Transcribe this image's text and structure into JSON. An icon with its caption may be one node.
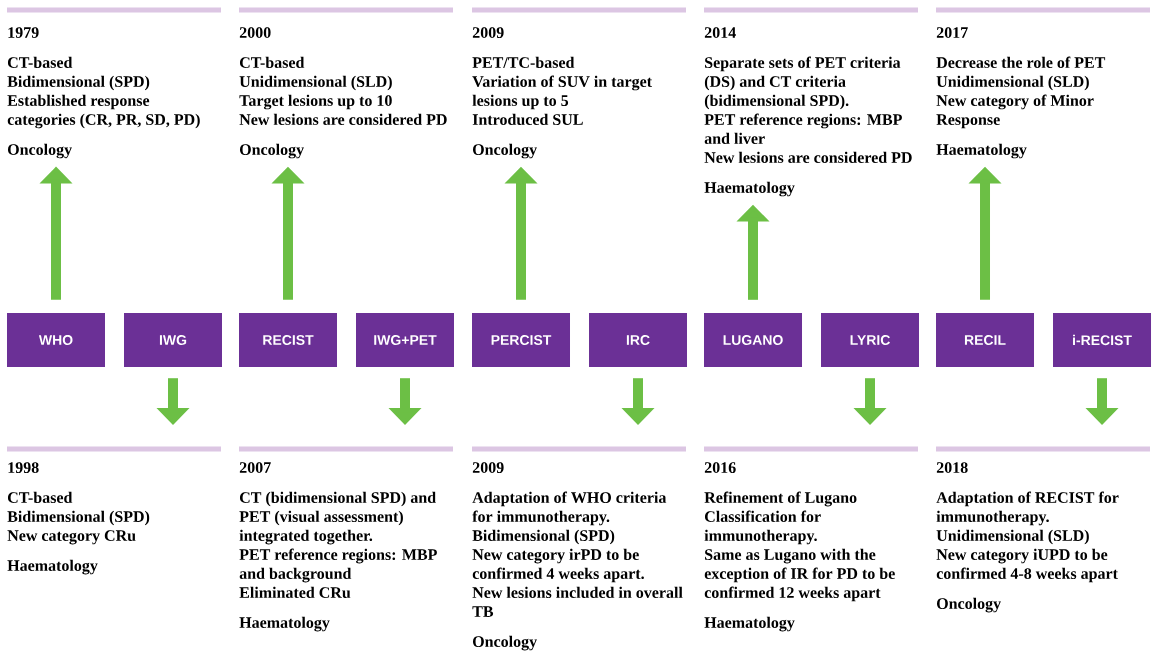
{
  "diagram": {
    "nodes": [
      {
        "text": [
          "1979",
          "CT-based",
          "Bidimensional (SPD)",
          "Established response categories (CR, PR, SD, PD)",
          "Oncology"
        ]
      },
      {
        "text": [
          "2000",
          "CT-based",
          "Unidimensional (SLD)",
          "Target lesions up to 10",
          "New lesions are considered PD",
          "Oncology"
        ]
      },
      {
        "text": [
          "2009",
          "PET/TC-based",
          "Variation of SUV in target lesions up to 5",
          "Introduced SUL",
          "Oncology"
        ]
      },
      {
        "text": [
          "2014",
          "Separate sets of PET criteria (DS) and CT criteria (bidimensional SPD).",
          "PET reference regions: MBP and liver",
          "New lesions are considered PD",
          "Haematology"
        ]
      },
      {
        "text": [
          "2017",
          "Decrease the role of PET",
          "Unidimensional (SLD)",
          "New category of Minor Response",
          "Haematology"
        ]
      },
      {
        "text": [
          "WHO"
        ]
      },
      {
        "text": [
          "IWG"
        ]
      },
      {
        "text": [
          "RECIST"
        ]
      },
      {
        "text": [
          "IWG+PET"
        ]
      },
      {
        "text": [
          "PERCIST"
        ]
      },
      {
        "text": [
          "IRC"
        ]
      },
      {
        "text": [
          "LUGANO"
        ]
      },
      {
        "text": [
          "LYRIC"
        ]
      },
      {
        "text": [
          "RECIL"
        ]
      },
      {
        "text": [
          "i-RECIST"
        ]
      },
      {
        "text": [
          "1998",
          "CT-based",
          "Bidimensional (SPD)",
          "New category CRu",
          "Haematology"
        ]
      },
      {
        "text": [
          "2007",
          "CT (bidimensional SPD) and PET (visual assessment) integrated together.",
          "PET reference regions: MBP and background",
          "Eliminated CRu",
          "Haematology"
        ]
      },
      {
        "text": [
          "2009",
          "Adaptation of WHO criteria for immunotherapy.",
          "Bidimensional (SPD)",
          "New category irPD to be confirmed 4 weeks apart.",
          "New lesions included in overall TB",
          "Oncology"
        ]
      },
      {
        "text": [
          "2016",
          "Refinement of Lugano Classification for immunotherapy.",
          "Same as Lugano with the exception of IR for PD to be confirmed 12 weeks apart",
          "Haematology"
        ]
      },
      {
        "text": [
          "2018",
          "Adaptation of RECIST for immunotherapy.",
          "Unidimensional (SLD)",
          "New category iUPD to be confirmed 4-8 weeks apart",
          "Oncology"
        ]
      }
    ],
    "edges": [
      {
        "from": 5,
        "to": 0,
        "arrow": "to"
      },
      {
        "from": 6,
        "to": 15,
        "arrow": "to"
      },
      {
        "from": 7,
        "to": 1,
        "arrow": "to"
      },
      {
        "from": 8,
        "to": 16,
        "arrow": "to"
      },
      {
        "from": 9,
        "to": 2,
        "arrow": "to"
      },
      {
        "from": 10,
        "to": 17,
        "arrow": "to"
      },
      {
        "from": 11,
        "to": 3,
        "arrow": "to"
      },
      {
        "from": 12,
        "to": 18,
        "arrow": "to"
      },
      {
        "from": 13,
        "to": 4,
        "arrow": "to"
      },
      {
        "from": 14,
        "to": 19,
        "arrow": "to"
      }
    ]
  }
}
